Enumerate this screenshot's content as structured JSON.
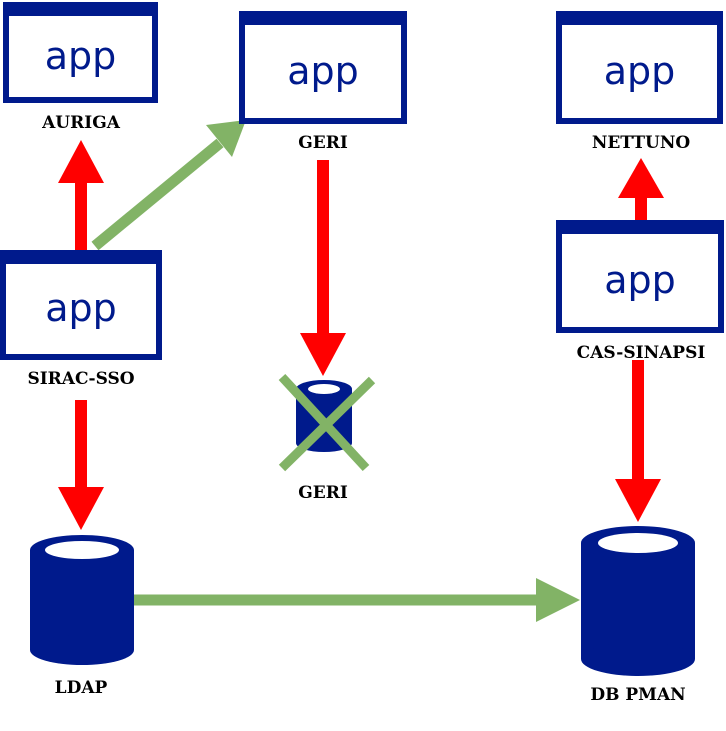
{
  "nodes": {
    "auriga": {
      "label": "AURIGA",
      "icon_text": "app"
    },
    "geri_app": {
      "label": "GERI",
      "icon_text": "app"
    },
    "nettuno": {
      "label": "NETTUNO",
      "icon_text": "app"
    },
    "sirac_sso": {
      "label": "SIRAC-SSO",
      "icon_text": "app"
    },
    "cas_sinapsi": {
      "label": "CAS-SINAPSI",
      "icon_text": "app"
    },
    "geri_db": {
      "label": "GERI",
      "status": "crossed-out"
    },
    "ldap": {
      "label": "LDAP"
    },
    "db_pman": {
      "label": "DB PMAN"
    }
  },
  "colors": {
    "node_blue": "#001a8c",
    "arrow_red": "#ff0000",
    "arrow_green": "#82b366",
    "cross_green": "#82b366"
  }
}
